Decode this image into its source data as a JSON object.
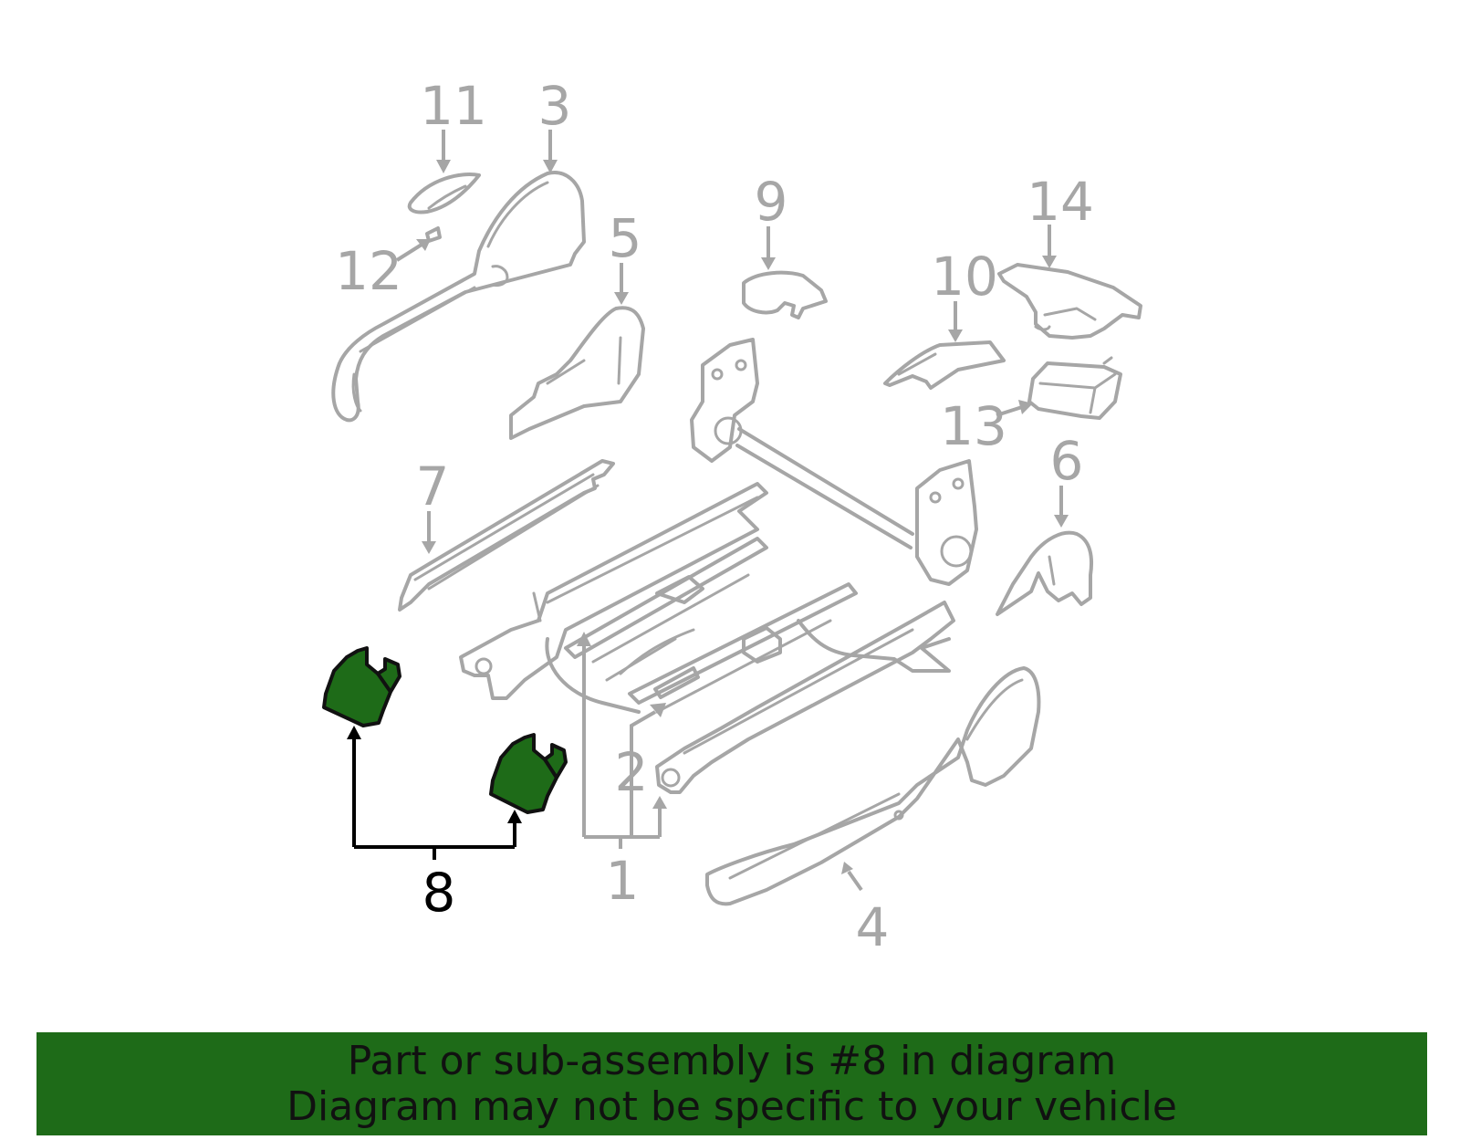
{
  "diagram": {
    "callouts": {
      "c1": "1",
      "c2": "2",
      "c3": "3",
      "c4": "4",
      "c5": "5",
      "c6": "6",
      "c7": "7",
      "c8": "8",
      "c9": "9",
      "c10": "10",
      "c11": "11",
      "c12": "12",
      "c13": "13",
      "c14": "14"
    },
    "highlighted_part": "8"
  },
  "colors": {
    "highlight_fill": "#1e6b18",
    "part_stroke": "#a6a6a6",
    "banner_bg": "#1e6b18"
  },
  "banner": {
    "line1": "Part or sub-assembly is #8 in diagram",
    "line2": "Diagram may not be specific to your vehicle"
  }
}
